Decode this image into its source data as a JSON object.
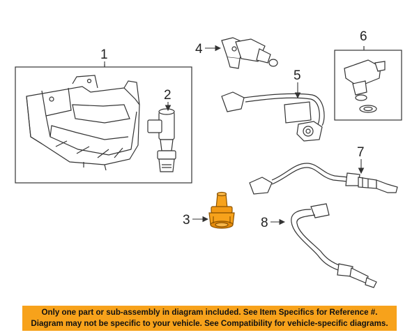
{
  "diagram": {
    "callouts": {
      "c1": "1",
      "c2": "2",
      "c3": "3",
      "c4": "4",
      "c5": "5",
      "c6": "6",
      "c7": "7",
      "c8": "8"
    },
    "colors": {
      "line": "#333333",
      "highlight": "#f7a21b",
      "highlight_dark": "#b36b00",
      "banner": "#f7a21b"
    }
  },
  "notice": {
    "line1": "Only one part or sub-assembly in diagram included. See Item Specifics for Reference #.",
    "line2": "Diagram may not be specific to your vehicle. See Compatibility for vehicle-specific diagrams."
  }
}
